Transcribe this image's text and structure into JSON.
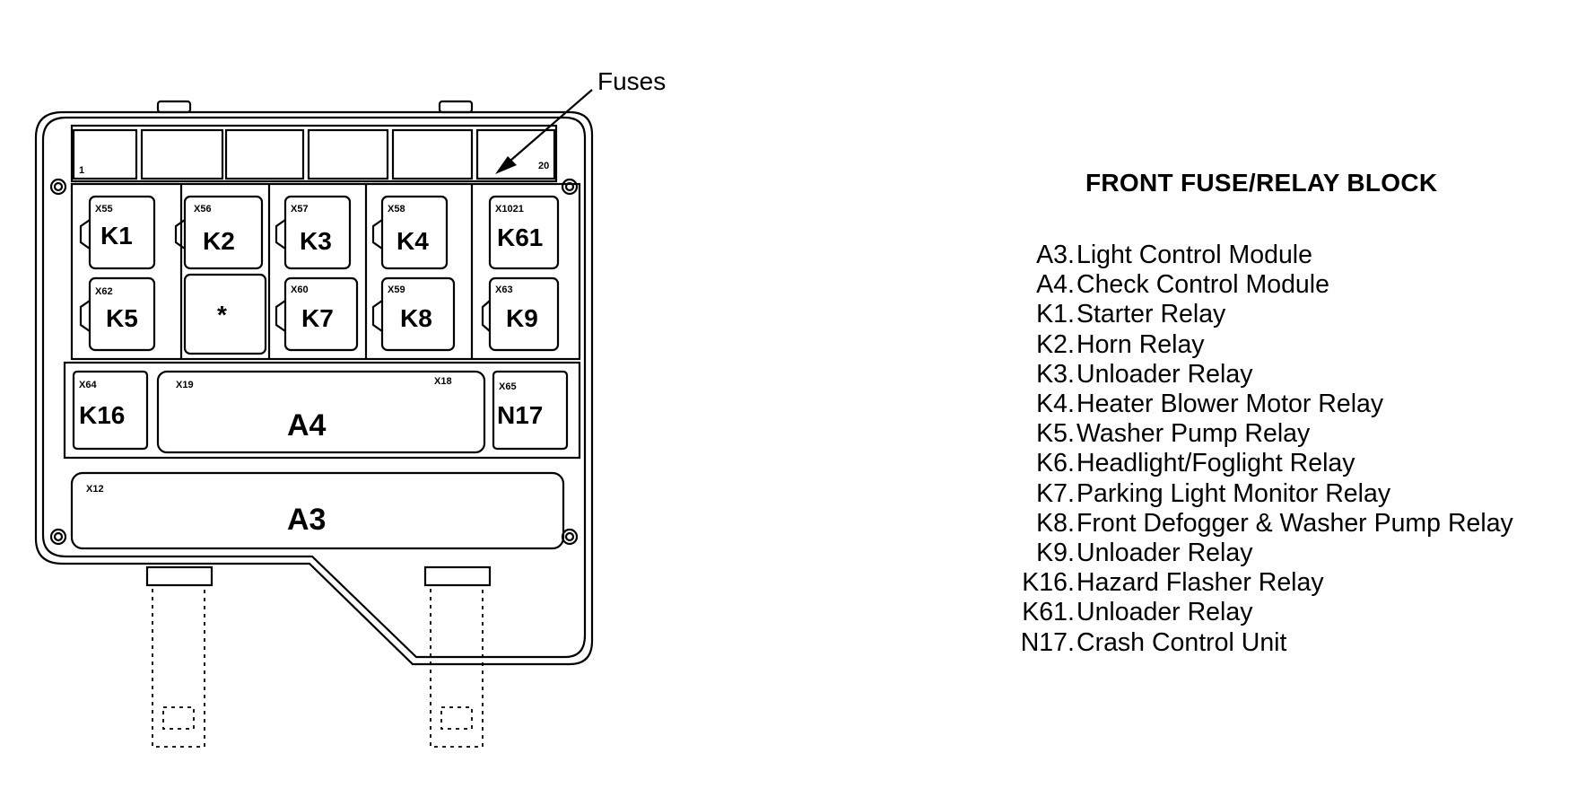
{
  "callout": {
    "fuses_label": "Fuses"
  },
  "fuse_numbers": {
    "first": "1",
    "last": "20"
  },
  "relays": [
    {
      "connector": "X55",
      "label": "K1"
    },
    {
      "connector": "X56",
      "label": "K2"
    },
    {
      "connector": "X57",
      "label": "K3"
    },
    {
      "connector": "X58",
      "label": "K4"
    },
    {
      "connector": "X1021",
      "label": "K61"
    },
    {
      "connector": "X62",
      "label": "K5"
    },
    {
      "connector": "",
      "label": "*"
    },
    {
      "connector": "X60",
      "label": "K7"
    },
    {
      "connector": "X59",
      "label": "K8"
    },
    {
      "connector": "X63",
      "label": "K9"
    },
    {
      "connector": "X64",
      "label": "K16"
    },
    {
      "connector": "X65",
      "label": "N17"
    }
  ],
  "modules": {
    "a4": {
      "label": "A4",
      "connector_left": "X19",
      "connector_right": "X18"
    },
    "a3": {
      "label": "A3",
      "connector": "X12"
    }
  },
  "legend": {
    "title": "FRONT FUSE/RELAY BLOCK",
    "items": [
      {
        "code": "A3",
        "text": "Light Control Module"
      },
      {
        "code": "A4",
        "text": "Check Control Module"
      },
      {
        "code": "K1",
        "text": "Starter Relay"
      },
      {
        "code": "K2",
        "text": "Horn Relay"
      },
      {
        "code": "K3",
        "text": "Unloader Relay"
      },
      {
        "code": "K4",
        "text": "Heater Blower Motor Relay"
      },
      {
        "code": "K5",
        "text": "Washer Pump Relay"
      },
      {
        "code": "K6",
        "text": "Headlight/Foglight Relay"
      },
      {
        "code": "K7",
        "text": "Parking Light Monitor Relay"
      },
      {
        "code": "K8",
        "text": "Front Defogger & Washer Pump Relay"
      },
      {
        "code": "K9",
        "text": "Unloader Relay"
      },
      {
        "code": "K16",
        "text": "Hazard Flasher Relay"
      },
      {
        "code": "K61",
        "text": "Unloader Relay"
      },
      {
        "code": "N17",
        "text": "Crash Control Unit"
      }
    ]
  }
}
